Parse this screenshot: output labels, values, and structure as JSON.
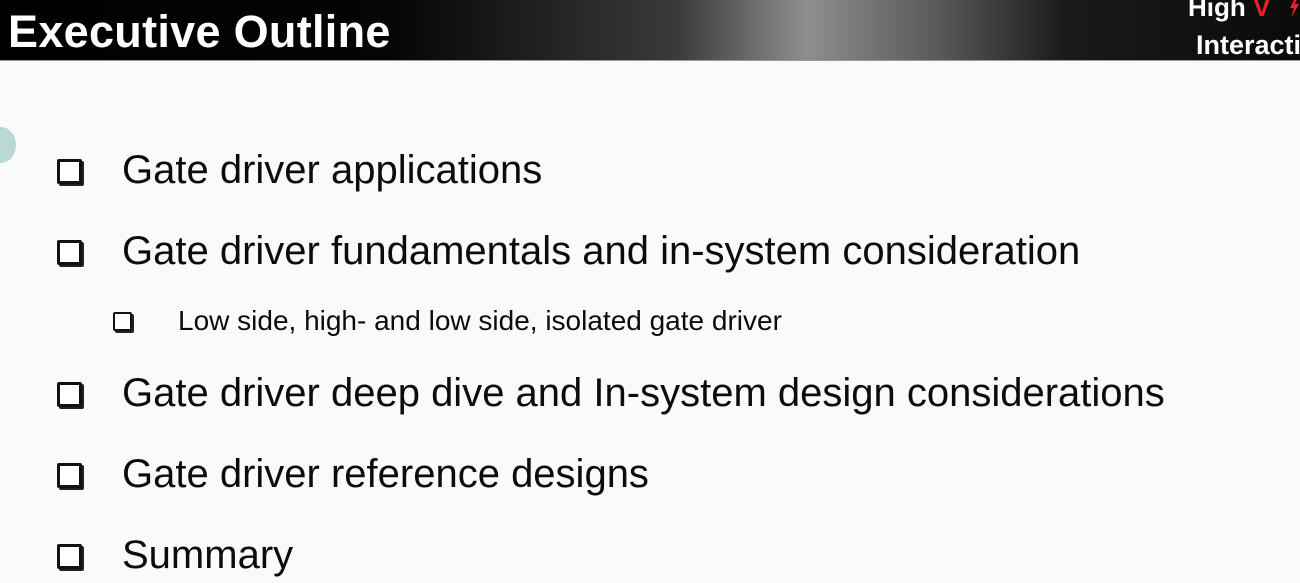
{
  "slide": {
    "title": "Executive Outline",
    "brand": {
      "line1_prefix": "High ",
      "line1_accent": "V",
      "line2": "Interacti"
    },
    "colors": {
      "brand_accent": "#e8202a",
      "side_tab": "#b9d8d6"
    },
    "outline": [
      {
        "level": 1,
        "text": "Gate driver applications"
      },
      {
        "level": 1,
        "text": "Gate driver fundamentals and in-system consideration"
      },
      {
        "level": 2,
        "text": "Low side, high- and low side, isolated gate driver"
      },
      {
        "level": 1,
        "text": "Gate driver deep dive and In-system design considerations"
      },
      {
        "level": 1,
        "text": "Gate driver reference designs"
      },
      {
        "level": 1,
        "text": "Summary"
      }
    ]
  }
}
